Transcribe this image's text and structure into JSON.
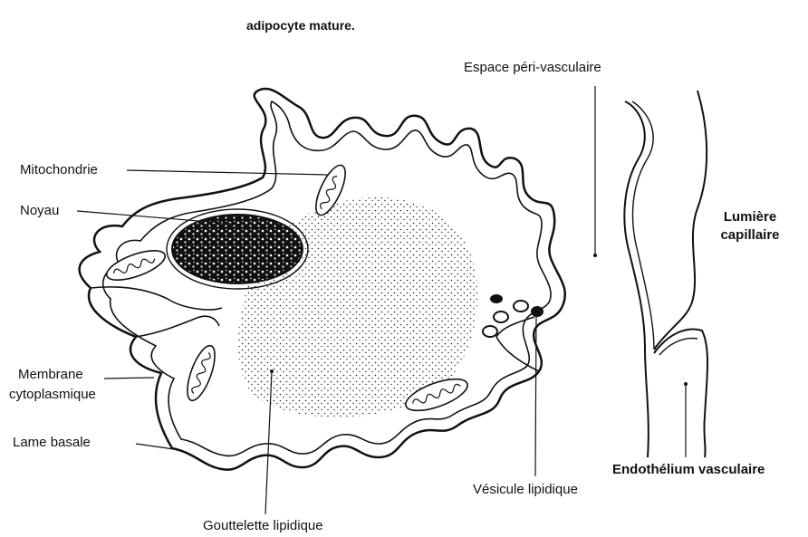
{
  "diagram": {
    "title": "adipocyte mature.",
    "labels": {
      "espace": "Espace péri-vasculaire",
      "mitochondrie": "Mitochondrie",
      "noyau": "Noyau",
      "lumiere_1": "Lumière",
      "lumiere_2": "capillaire",
      "membrane_1": "Membrane",
      "membrane_2": "cytoplasmique",
      "lame": "Lame basale",
      "endothelium": "Endothélium vasculaire",
      "vesicule": "Vésicule lipidique",
      "gouttelette": "Gouttelette lipidique"
    },
    "colors": {
      "ink": "#111111",
      "background": "#ffffff"
    }
  }
}
